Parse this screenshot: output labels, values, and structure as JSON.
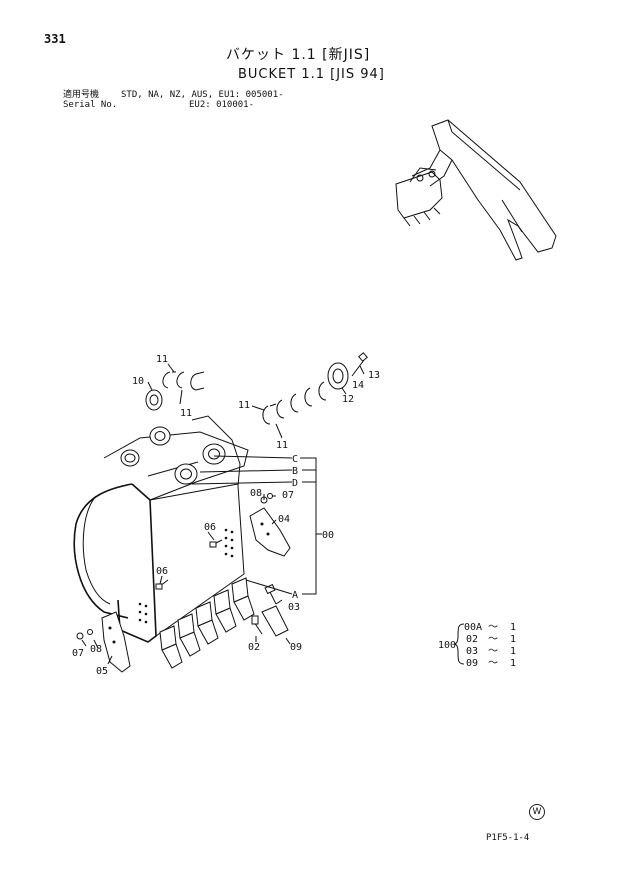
{
  "header": {
    "page_number": "331",
    "title_ja": "バケット 1.1 [新JIS]",
    "title_en": "BUCKET 1.1 [JIS 94]",
    "serial_label_ja": "適用号機",
    "serial_label_en": "Serial No.",
    "serial_models": "STD, NA, NZ, AUS, EU1: 005001-",
    "serial_eu2": "EU2: 010001-"
  },
  "callouts": {
    "p00": "00",
    "p02": "02",
    "p03": "03",
    "p04": "04",
    "p05": "05",
    "p06": "06",
    "p07": "07",
    "p08": "08",
    "p09": "09",
    "p10": "10",
    "p11": "11",
    "p12": "12",
    "p13": "13",
    "p14": "14",
    "pA": "A",
    "pB": "B",
    "pC": "C",
    "pD": "D"
  },
  "kit": {
    "number": "100",
    "rows": [
      {
        "code": "00A",
        "sep": "～",
        "qty": "1"
      },
      {
        "code": "02",
        "sep": "～",
        "qty": "1"
      },
      {
        "code": "03",
        "sep": "～",
        "qty": "1"
      },
      {
        "code": "09",
        "sep": "～",
        "qty": "1"
      }
    ]
  },
  "footer": {
    "page_code": "P1F5-1-4",
    "mark": "W"
  }
}
